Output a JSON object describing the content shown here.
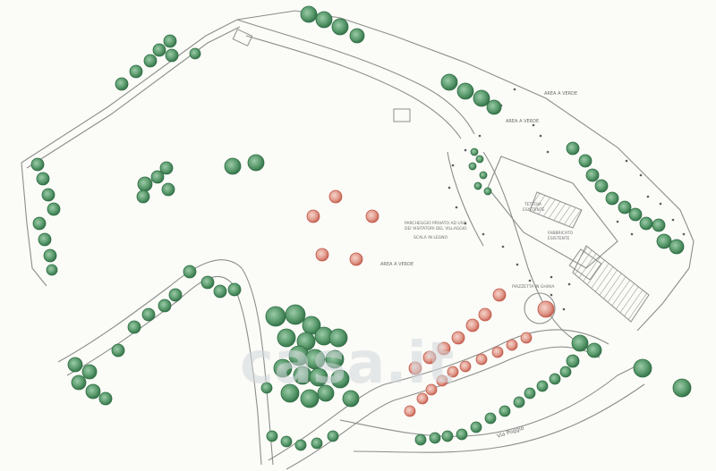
{
  "colors": {
    "paper": "#fbfbf8",
    "line": "#8a8f8a",
    "tree_green": "#5e9e70",
    "tree_green_dark": "#2f6e44",
    "tree_red": "#e09a8c",
    "tree_red_dark": "#c25a4a",
    "label": "#6c6c6c",
    "watermark": "#d3d7dc"
  },
  "labels": {
    "area_verde_top": "AREA A VERDE",
    "area_verde_mid": "AREA A VERDE",
    "area_verde_right": "AREA A VERDE",
    "parcheggio_line1": "PARCHEGGIO PRIVATO AD USO",
    "parcheggio_line2": "DEI VISITATORI DEL VILLAGGIO",
    "scala": "SCALA IN LEGNO",
    "tettoia_line1": "TETTOIA",
    "tettoia_line2": "ESISTENTE",
    "fabbricato_line1": "FABBRICATO",
    "fabbricato_line2": "ESISTENTE",
    "piazzetta": "PIAZZETTA IN GHIAIA",
    "road": "Via Poggio",
    "watermark": "casa.it"
  },
  "icons": {
    "tree_existing": "green-tree-icon",
    "tree_planned": "red-tree-icon",
    "survey_point": "survey-point-icon"
  }
}
